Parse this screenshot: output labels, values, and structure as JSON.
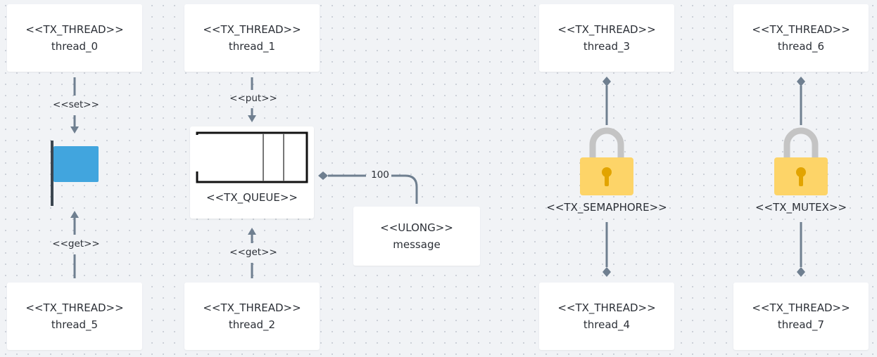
{
  "threads": [
    {
      "stereotype": "<<TX_THREAD>>",
      "name": "thread_0"
    },
    {
      "stereotype": "<<TX_THREAD>>",
      "name": "thread_1"
    },
    {
      "stereotype": "<<TX_THREAD>>",
      "name": "thread_3"
    },
    {
      "stereotype": "<<TX_THREAD>>",
      "name": "thread_6"
    },
    {
      "stereotype": "<<TX_THREAD>>",
      "name": "thread_5"
    },
    {
      "stereotype": "<<TX_THREAD>>",
      "name": "thread_2"
    },
    {
      "stereotype": "<<TX_THREAD>>",
      "name": "thread_4"
    },
    {
      "stereotype": "<<TX_THREAD>>",
      "name": "thread_7"
    }
  ],
  "queue": {
    "label": "<<TX_QUEUE>>"
  },
  "message": {
    "stereotype": "<<ULONG>>",
    "name": "message"
  },
  "semaphore": {
    "label": "<<TX_SEMAPHORE>>"
  },
  "mutex": {
    "label": "<<TX_MUTEX>>"
  },
  "edges": {
    "set": "<<set>>",
    "get_flag": "<<get>>",
    "put": "<<put>>",
    "get_queue": "<<get>>",
    "queue_size": "100"
  },
  "colors": {
    "wire": "#6f7f90",
    "flag": "#41a5de",
    "lock_body": "#fdd468",
    "lock_keyhole": "#e2a400",
    "lock_shackle": "#c4c4c4"
  }
}
